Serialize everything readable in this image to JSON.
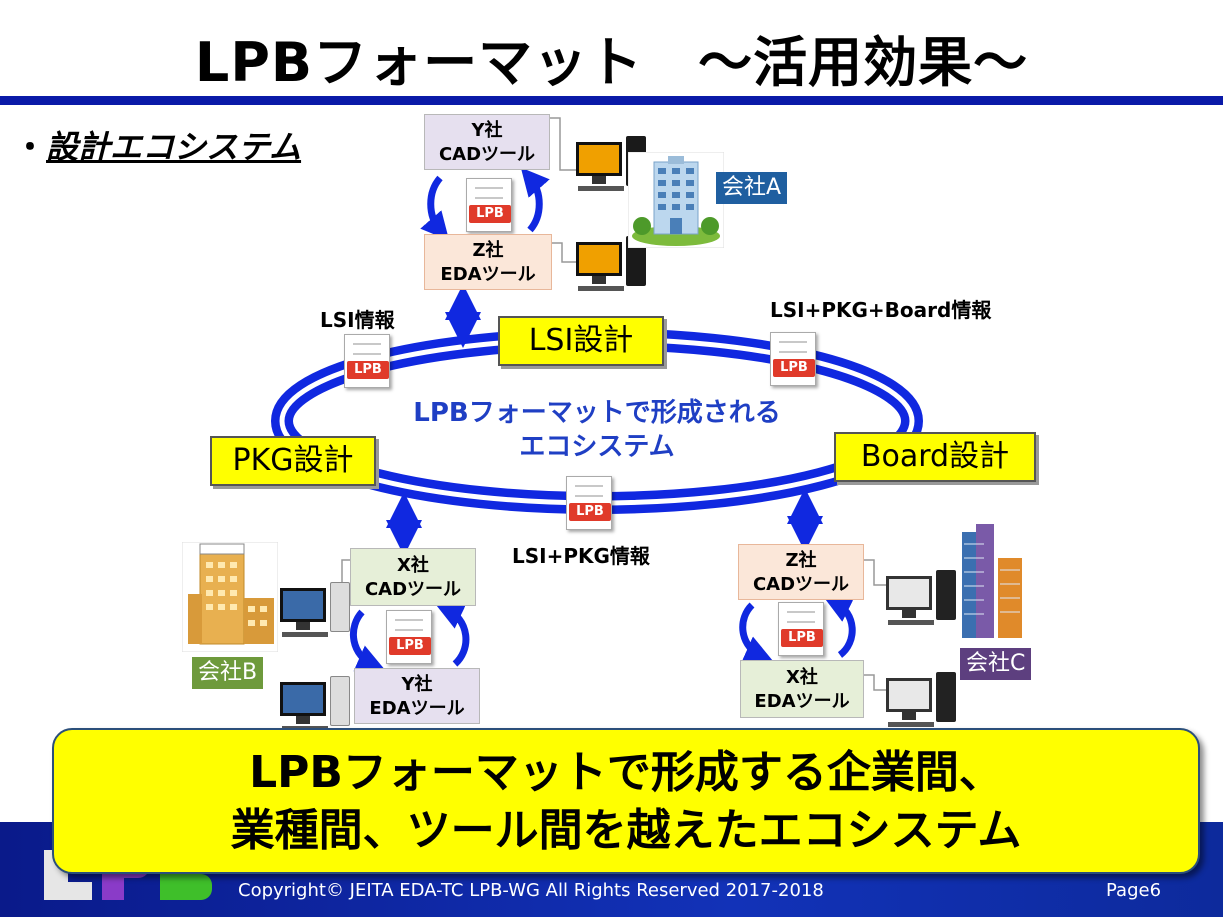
{
  "title": "LPBフォーマット　～活用効果～",
  "subtitle": {
    "bullet": "・",
    "text": "設計エコシステム"
  },
  "design_boxes": {
    "lsi": "LSI設計",
    "pkg": "PKG設計",
    "board": "Board設計"
  },
  "ecosystem_text": [
    "LPBフォーマットで形成される",
    "エコシステム"
  ],
  "info_labels": {
    "lsi": "LSI情報",
    "lsi_pkg_board": "LSI+PKG+Board情報",
    "lsi_pkg": "LSI+PKG情報"
  },
  "lpb_tag": "LPB",
  "companies": {
    "a": "会社A",
    "b": "会社B",
    "c": "会社C"
  },
  "tools": {
    "a_top": [
      "Y社",
      "CADツール"
    ],
    "a_bottom": [
      "Z社",
      "EDAツール"
    ],
    "b_top": [
      "X社",
      "CADツール"
    ],
    "b_bottom": [
      "Y社",
      "EDAツール"
    ],
    "c_top": [
      "Z社",
      "CADツール"
    ],
    "c_bottom": [
      "X社",
      "EDAツール"
    ]
  },
  "banner": [
    "LPBフォーマットで形成する企業間、",
    "業種間、ツール間を越えたエコシステム"
  ],
  "footer": {
    "copyright": "Copyright© JEITA EDA-TC LPB-WG All Rights Reserved 2017-2018",
    "page": "Page6",
    "logo_text": "LPB"
  },
  "colors": {
    "accent_blue": "#0a1aa8",
    "ring_blue": "#1028e0",
    "highlight_yellow": "#ffff00",
    "lpb_red": "#e03a2a"
  }
}
